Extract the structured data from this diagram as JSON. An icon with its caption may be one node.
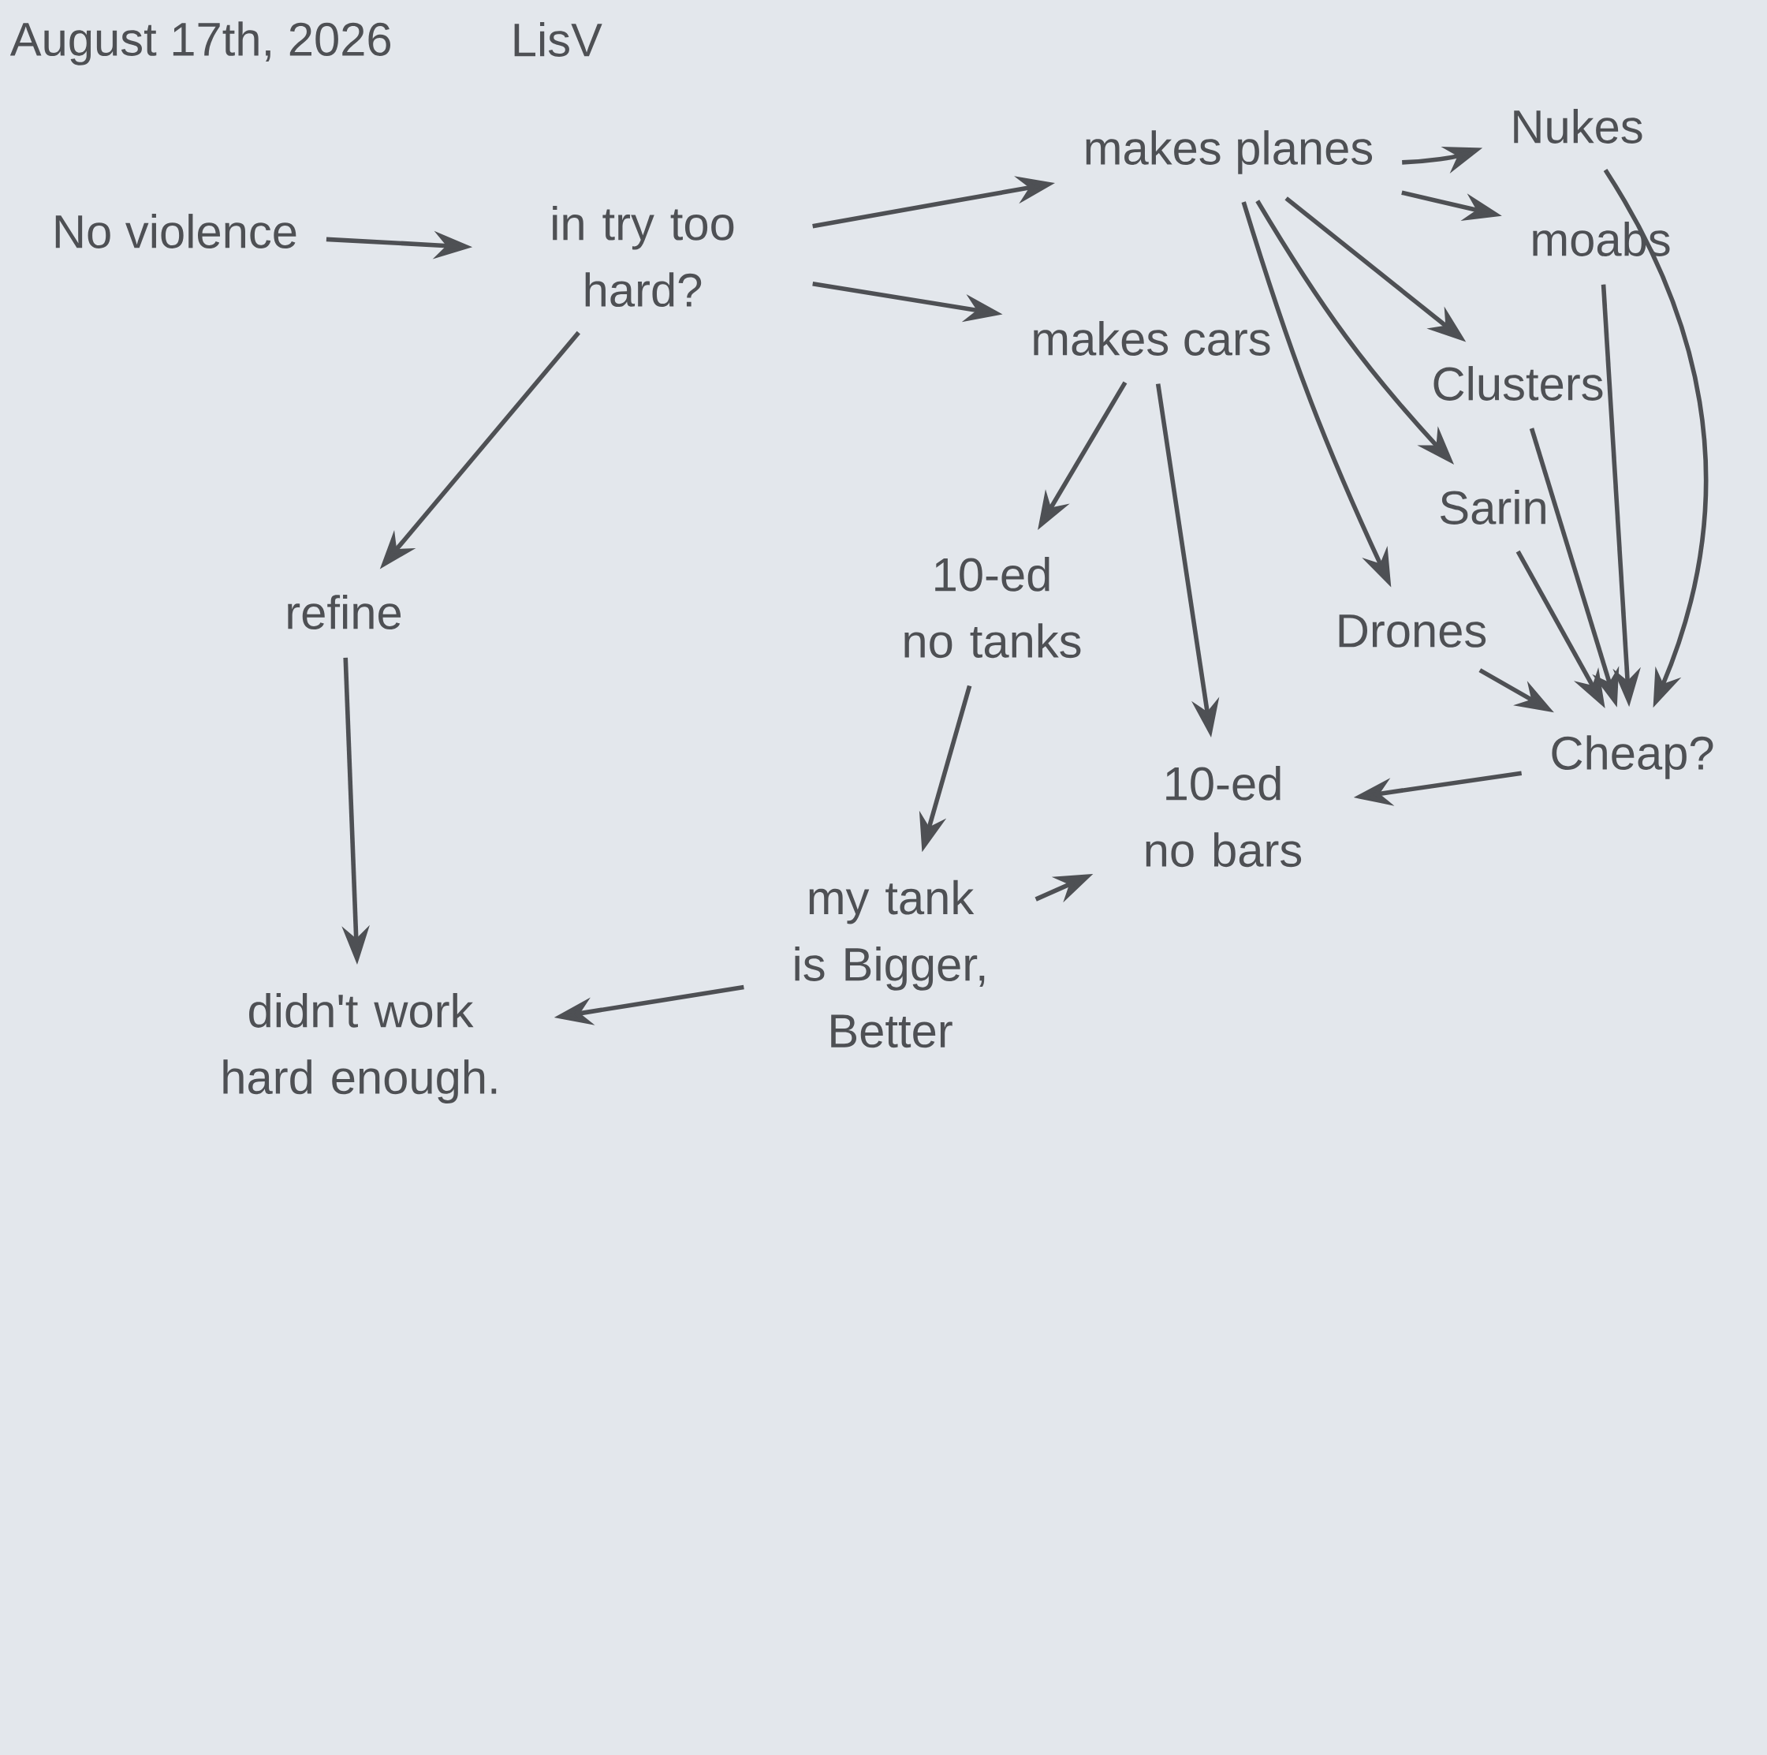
{
  "diagram": {
    "nodes": [
      {
        "text": [
          "No violence"
        ]
      },
      {
        "text": [
          "in try too hard?"
        ]
      },
      {
        "text": [
          "makes planes"
        ]
      },
      {
        "text": [
          "makes cars"
        ]
      },
      {
        "text": [
          "Nukes"
        ]
      },
      {
        "text": [
          "moabs"
        ]
      },
      {
        "text": [
          "Clusters"
        ]
      },
      {
        "text": [
          "Sarin"
        ]
      },
      {
        "text": [
          "Drones"
        ]
      },
      {
        "text": [
          "Cheap?"
        ]
      },
      {
        "text": [
          "refine"
        ]
      },
      {
        "text": [
          "10-ed no tanks"
        ]
      },
      {
        "text": [
          "10-ed no bars"
        ]
      },
      {
        "text": [
          "my tank is Bigger, Better"
        ]
      },
      {
        "text": [
          "didn't work hard enough."
        ]
      }
    ],
    "edges": [
      {
        "from": 0,
        "to": 1,
        "arrow": "to"
      },
      {
        "from": 1,
        "to": 2,
        "arrow": "to"
      },
      {
        "from": 1,
        "to": 3,
        "arrow": "to"
      },
      {
        "from": 1,
        "to": 10,
        "arrow": "to"
      },
      {
        "from": 2,
        "to": 4,
        "arrow": "to"
      },
      {
        "from": 2,
        "to": 5,
        "arrow": "to"
      },
      {
        "from": 2,
        "to": 6,
        "arrow": "to"
      },
      {
        "from": 2,
        "to": 7,
        "arrow": "to"
      },
      {
        "from": 2,
        "to": 8,
        "arrow": "to"
      },
      {
        "from": 3,
        "to": 11,
        "arrow": "to"
      },
      {
        "from": 3,
        "to": 12,
        "arrow": "to"
      },
      {
        "from": 4,
        "to": 9,
        "arrow": "to"
      },
      {
        "from": 5,
        "to": 9,
        "arrow": "to"
      },
      {
        "from": 6,
        "to": 9,
        "arrow": "to"
      },
      {
        "from": 7,
        "to": 9,
        "arrow": "to"
      },
      {
        "from": 8,
        "to": 9,
        "arrow": "to"
      },
      {
        "from": 9,
        "to": 12,
        "arrow": "to"
      },
      {
        "from": 10,
        "to": 14,
        "arrow": "to"
      },
      {
        "from": 11,
        "to": 13,
        "arrow": "to"
      },
      {
        "from": 13,
        "to": 12,
        "arrow": "to"
      },
      {
        "from": 13,
        "to": 14,
        "arrow": "to"
      }
    ],
    "labels": [
      "August 17th, 2026",
      "LisV"
    ]
  }
}
